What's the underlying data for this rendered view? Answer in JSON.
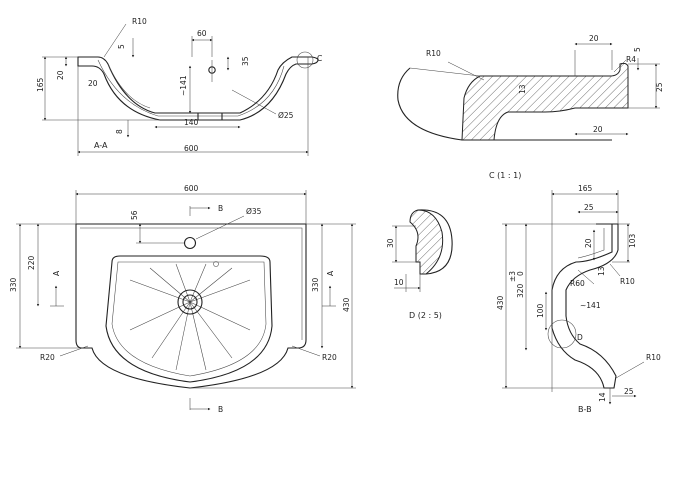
{
  "views": {
    "section_aa": {
      "caption": "A-A",
      "dims": {
        "r_top": "R10",
        "d5": "5",
        "d60": "60",
        "d165": "165",
        "d20_left": "20",
        "d20_inner": "20",
        "d141": "~141",
        "d35": "35",
        "d140": "140",
        "d8": "8",
        "d600": "600",
        "dia25": "Ø25",
        "c_ref": "C"
      }
    },
    "detail_c": {
      "caption": "C (1 : 1)",
      "dims": {
        "r10": "R10",
        "d20_top": "20",
        "d5": "5",
        "r4": "R4",
        "d13": "13",
        "d25": "25",
        "d20_bottom": "20"
      }
    },
    "top_view": {
      "dims": {
        "d600": "600",
        "d56": "56",
        "dia35": "Ø35",
        "b_top": "B",
        "b_bottom": "B",
        "d330_left": "330",
        "d220": "220",
        "a_left": "A",
        "a_right": "A",
        "d330_right": "330",
        "d430": "430",
        "r20_left": "R20",
        "r20_right": "R20"
      }
    },
    "detail_d": {
      "caption": "D (2 : 5)",
      "dims": {
        "d30": "30",
        "d10": "10"
      }
    },
    "section_bb": {
      "caption": "B-B",
      "dims": {
        "d165": "165",
        "d25_top": "25",
        "d20": "20",
        "d103": "103",
        "d13": "13",
        "r10_top": "R10",
        "r60": "R60",
        "d141": "~141",
        "d320": "320",
        "d3": "±3",
        "d0": "0",
        "d100": "100",
        "d430": "430",
        "d_ref": "D",
        "r10_bottom": "R10",
        "d14": "14",
        "d25_bottom": "25"
      }
    }
  }
}
